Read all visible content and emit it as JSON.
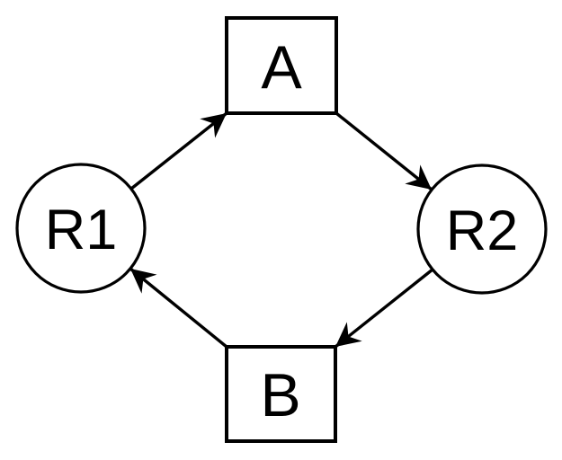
{
  "diagram": {
    "type": "directed-graph",
    "description": "Cycle diagram with two circle nodes and two square nodes connected by arrows",
    "nodes": [
      {
        "id": "R1",
        "label": "R1",
        "shape": "circle"
      },
      {
        "id": "A",
        "label": "A",
        "shape": "square"
      },
      {
        "id": "R2",
        "label": "R2",
        "shape": "circle"
      },
      {
        "id": "B",
        "label": "B",
        "shape": "square"
      }
    ],
    "edges": [
      {
        "from": "R1",
        "to": "A"
      },
      {
        "from": "A",
        "to": "R2"
      },
      {
        "from": "R2",
        "to": "B"
      },
      {
        "from": "B",
        "to": "R1"
      }
    ],
    "colors": {
      "stroke": "#000000",
      "node_fill": "#ffffff",
      "background": "#ffffff"
    }
  }
}
